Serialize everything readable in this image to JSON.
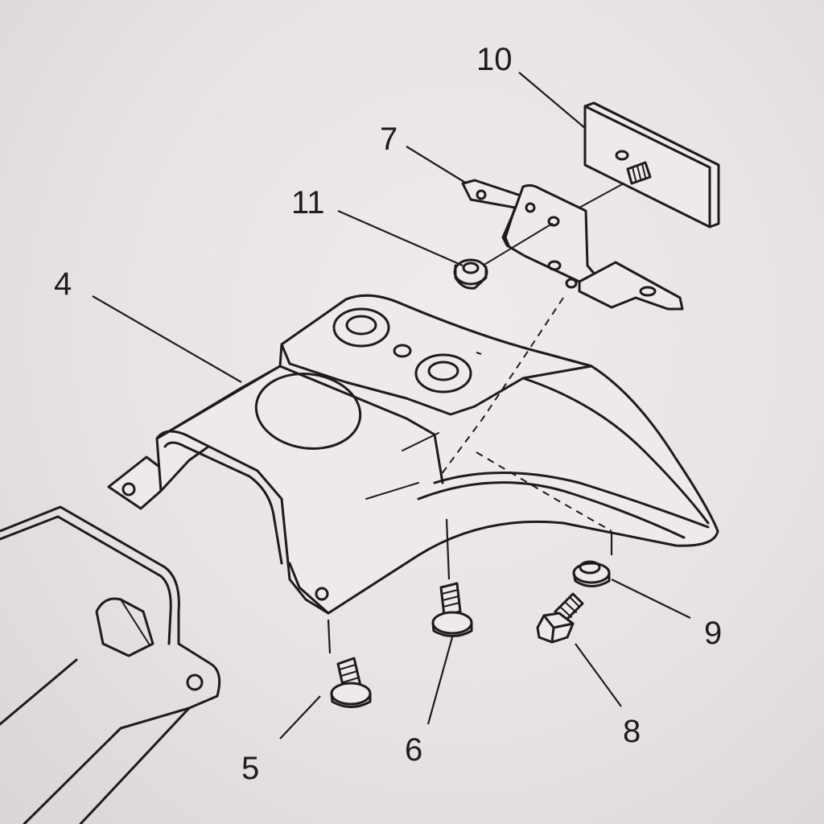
{
  "callouts": {
    "part_4": "4",
    "part_5": "5",
    "part_6": "6",
    "part_7": "7",
    "part_8": "8",
    "part_9": "9",
    "part_10": "10",
    "part_11": "11"
  }
}
